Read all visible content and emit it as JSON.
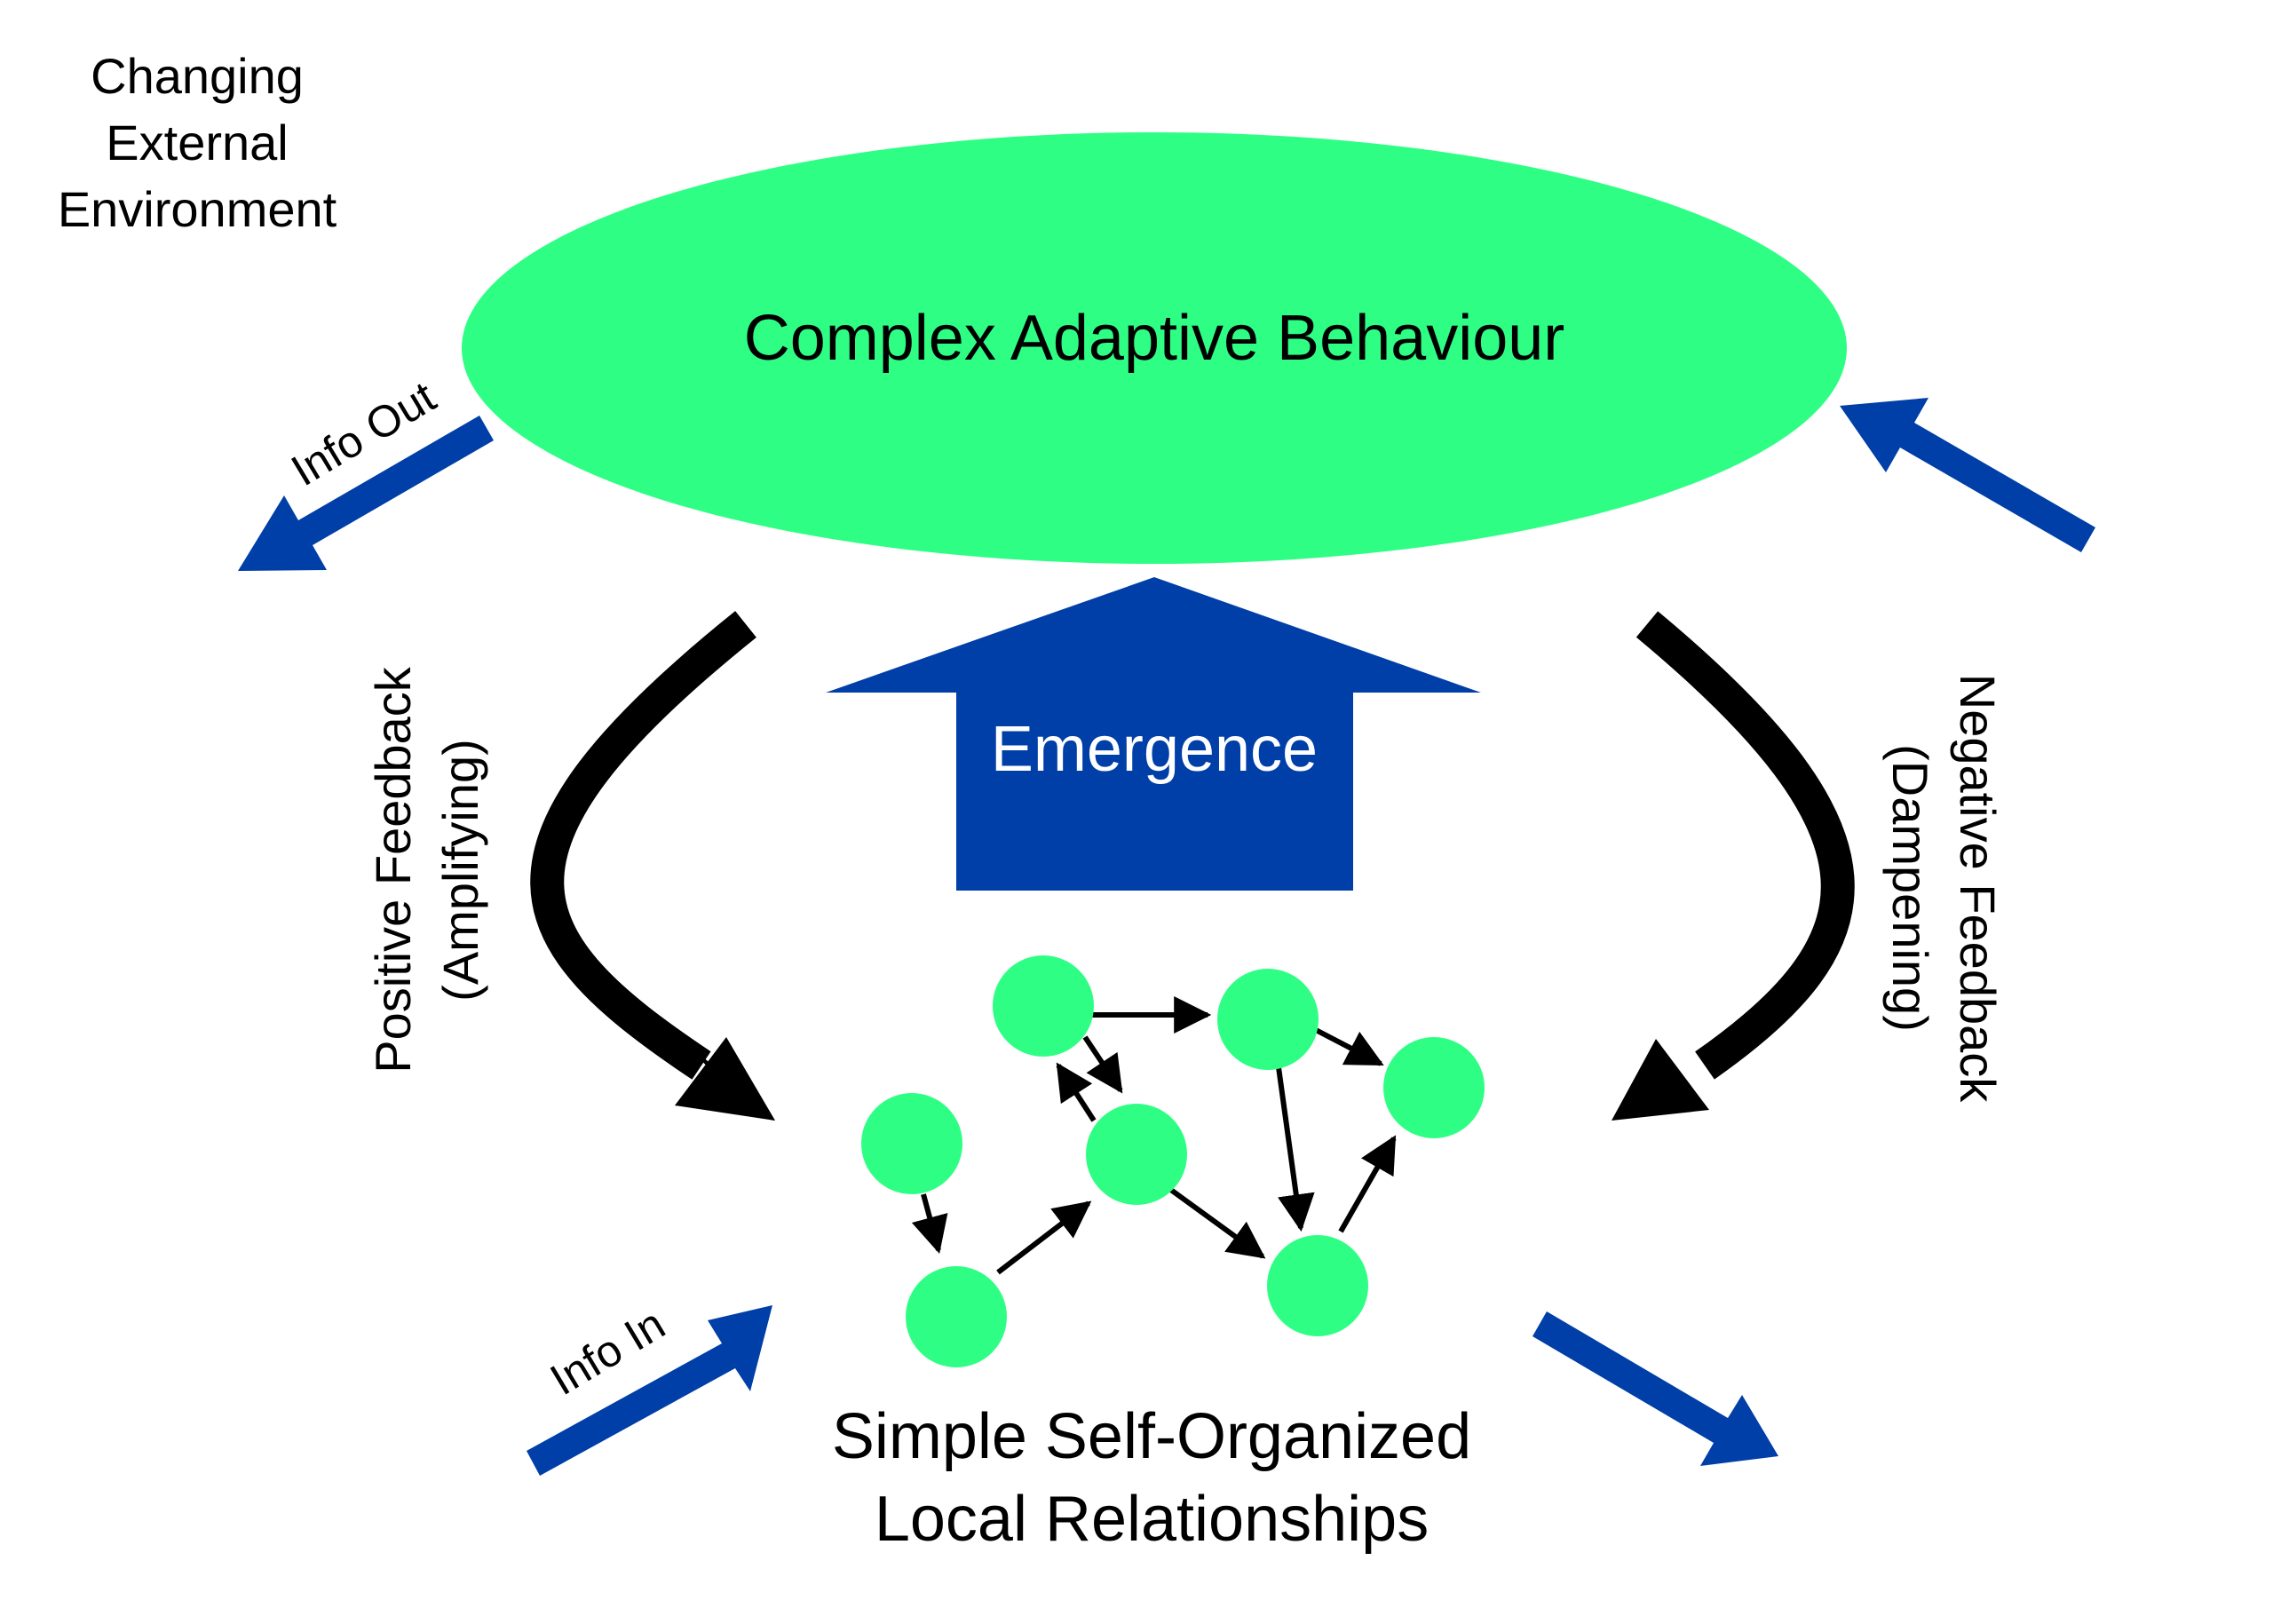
{
  "labels": {
    "environment_line1": "Changing",
    "environment_line2": "External",
    "environment_line3": "Environment",
    "complex_behaviour": "Complex Adaptive Behaviour",
    "emergence": "Emergence",
    "info_out": "Info Out",
    "info_in": "Info In",
    "positive_line1": "Positive Feedback",
    "positive_line2": "(Amplifying)",
    "negative_line1": "Negative Feedback",
    "negative_line2": "(Dampening)",
    "local_line1": "Simple Self-Organized",
    "local_line2": "Local Relationships"
  },
  "colors": {
    "node_green": "#2eff84",
    "arrow_blue": "#003fa8",
    "feedback_black": "#000000",
    "text_black": "#000000",
    "emergence_text": "#ffffff"
  },
  "network": {
    "node_ids": [
      "A",
      "B",
      "C",
      "D",
      "E",
      "F",
      "G"
    ],
    "edges": [
      [
        "A",
        "B"
      ],
      [
        "A",
        "E"
      ],
      [
        "E",
        "A"
      ],
      [
        "B",
        "F"
      ],
      [
        "B",
        "C"
      ],
      [
        "D",
        "G"
      ],
      [
        "G",
        "E"
      ],
      [
        "E",
        "F"
      ],
      [
        "F",
        "C"
      ]
    ]
  }
}
